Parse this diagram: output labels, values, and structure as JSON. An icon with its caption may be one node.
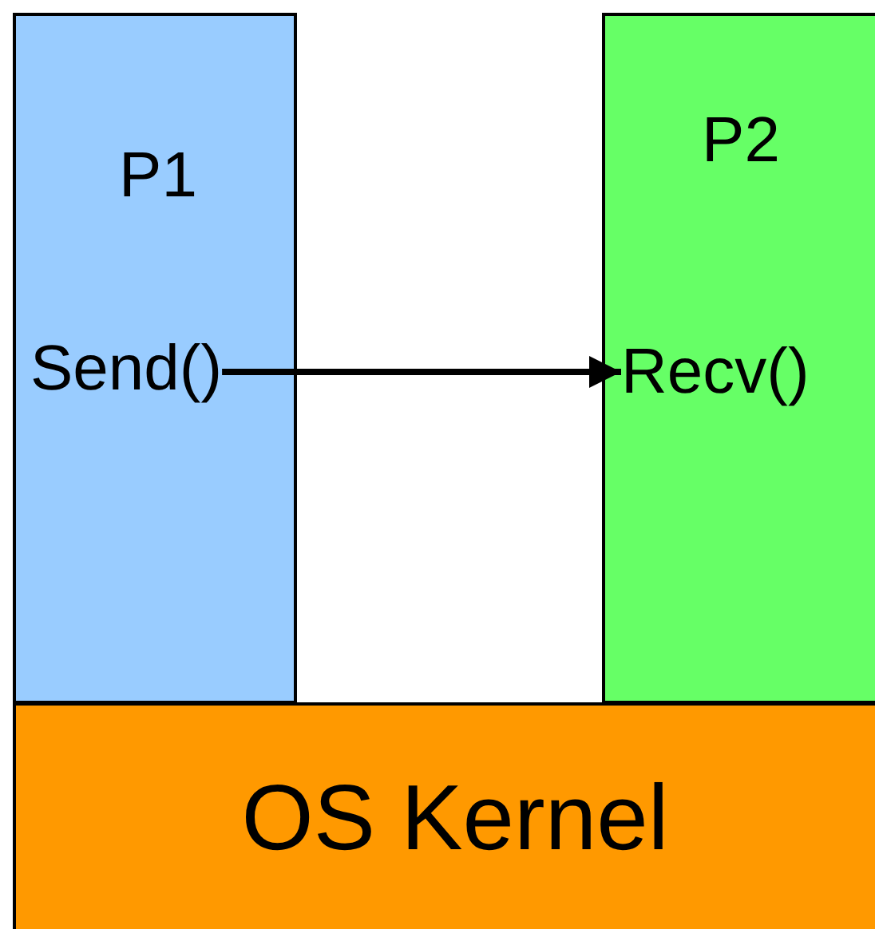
{
  "diagram": {
    "nodes": [
      {
        "text": [
          "P1"
        ]
      },
      {
        "text": [
          "Send()"
        ],
        "in": 0
      },
      {
        "text": [
          "P2"
        ]
      },
      {
        "text": [
          "Recv()"
        ],
        "in": 2
      },
      {
        "text": [
          "OS Kernel"
        ]
      }
    ],
    "edges": [
      {
        "from": 1,
        "to": 3,
        "arrow": "to"
      }
    ]
  }
}
